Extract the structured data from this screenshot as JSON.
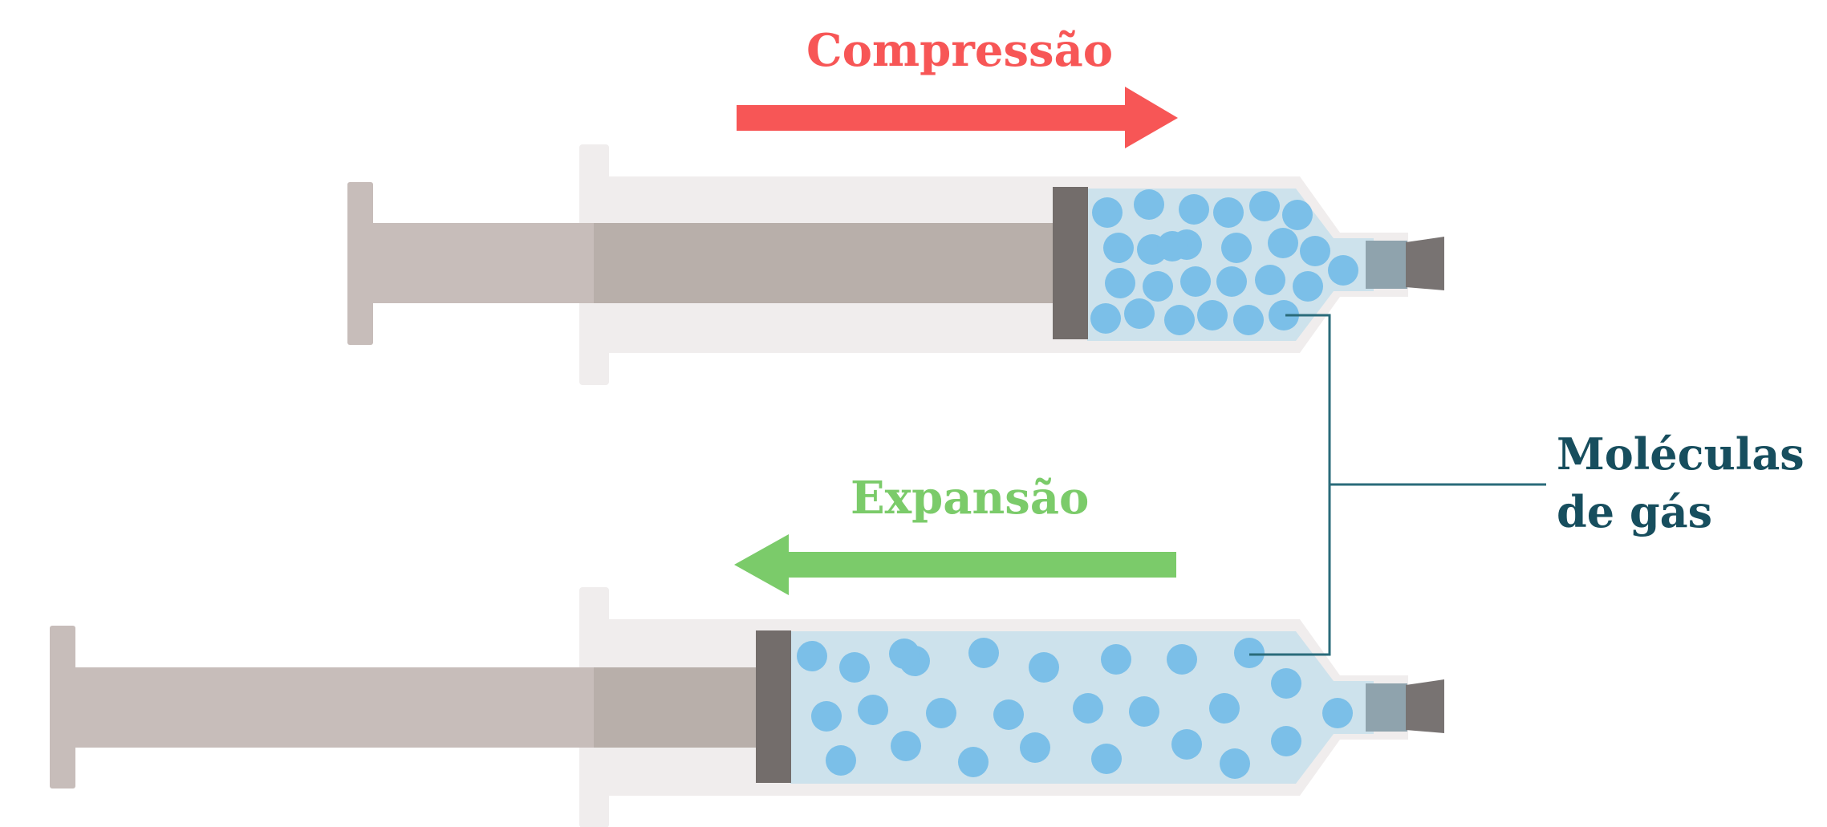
{
  "labels": {
    "compression": "Compressão",
    "expansion": "Expansão",
    "molecules_line1": "Moléculas",
    "molecules_line2": "de gás"
  },
  "colors": {
    "compression": "#f75656",
    "expansion": "#7bcb6a",
    "molecules_label": "#174e5e",
    "leader_line": "#2a6b7a",
    "molecule": "#7bbfe8",
    "gas_fill": "#cde2ec",
    "barrel": "#f0eded",
    "plunger_rod": "#c7bdba",
    "plunger_rod_inside": "#b8afaa",
    "piston": "#736d6b",
    "tip": "#8fa3ad",
    "nozzle": "#787372"
  },
  "syringes": [
    {
      "name": "compressed-syringe",
      "state": "compression",
      "molecule_count": 27
    },
    {
      "name": "expanded-syringe",
      "state": "expansion",
      "molecule_count": 26
    }
  ]
}
